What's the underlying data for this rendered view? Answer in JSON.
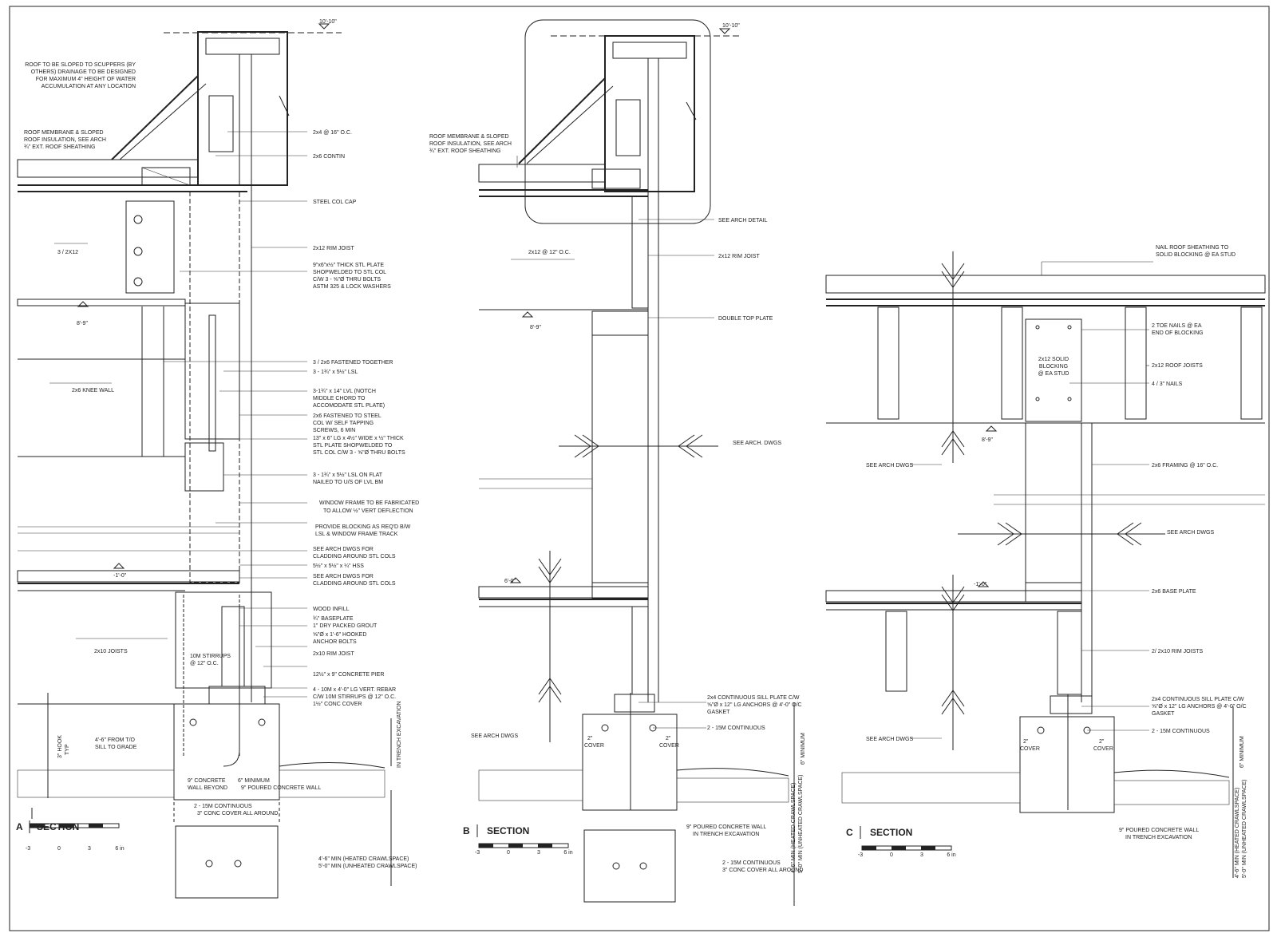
{
  "sections": {
    "a": {
      "letter": "A",
      "title": "SECTION"
    },
    "b": {
      "letter": "B",
      "title": "SECTION"
    },
    "c": {
      "letter": "C",
      "title": "SECTION"
    }
  },
  "elevations": {
    "top": "10'-10\"",
    "sill_a": "8'-9\"",
    "sill_b": "8'-9\"",
    "sill_c": "8'-9\"",
    "floor_a": "-1'-0\"",
    "floor_b": "6'-0\"",
    "floor_c": "-1'-0\""
  },
  "scale": {
    "ticks": [
      "-3",
      "0",
      "3",
      "6 in"
    ]
  },
  "notes_a": [
    "ROOF TO BE SLOPED TO SCUPPERS (BY",
    "OTHERS) DRAINAGE TO BE DESIGNED",
    "FOR MAXIMUM 4\" HEIGHT OF WATER",
    "ACCUMULATION AT ANY LOCATION",
    "ROOF MEMBRANE & SLOPED",
    "ROOF INSULATION, SEE ARCH",
    "¾\" EXT. ROOF SHEATHING",
    "2x4 @ 16\" O.C.",
    "2x6 CONTIN",
    "STEEL COL CAP",
    "2x12 RIM JOIST",
    "9\"x6\"x½\" THICK STL PLATE",
    "SHOPWELDED TO STL COL",
    "C/W 3 - ⅝\"Ø THRU BOLTS",
    "ASTM 325 & LOCK WASHERS",
    "3 / 2x6 FASTENED TOGETHER",
    "3 - 1¾\" x 5½\" LSL",
    "3-1¾\" x 14\" LVL (NOTCH",
    "MIDDLE CHORD TO",
    "ACCOMODATE STL PLATE)",
    "2x6 FASTENED TO STEEL",
    "COL W/ SELF TAPPING",
    "SCREWS, 6 MIN",
    "13\" x 6\" LG x 4½\" WIDE x ½\" THICK",
    "STL PLATE SHOPWELDED TO",
    "STL COL C/W 3 - ⅝\"Ø THRU BOLTS",
    "3 - 1¾\" x 5½\" LSL ON FLAT",
    "NAILED TO U/S OF LVL BM",
    "WINDOW FRAME TO BE FABRICATED",
    "TO ALLOW ½\" VERT DEFLECTION",
    "PROVIDE BLOCKING AS REQ'D B/W",
    "LSL & WINDOW FRAME TRACK",
    "SEE ARCH DWGS FOR",
    "CLADDING AROUND STL COLS",
    "5½\" x 5½\" x ¼\" HSS",
    "SEE ARCH DWGS FOR",
    "CLADDING AROUND STL COLS",
    "WOOD INFILL",
    "¾\" BASEPLATE",
    "1\" DRY PACKED GROUT",
    "⅝\"Ø x 1'-6\" HOOKED",
    "ANCHOR BOLTS",
    "2x10 RIM JOIST",
    "12½\" x 9\" CONCRETE PIER",
    "4 - 10M x 4'-0\" LG VERT. REBAR",
    "C/W 10M STIRRUPS @ 12\" O.C.",
    "1½\" CONC COVER",
    "3 / 2X12",
    "2x6 KNEE WALL",
    "2x10 JOISTS",
    "10M STIRRUPS",
    "@ 12\" O.C.",
    "9\" CONCRETE",
    "WALL BEYOND",
    "4'-6\" FROM T/O",
    "SILL TO GRADE",
    "3\" HOOK",
    "TYP",
    "6\" MINIMUM",
    "9\" POURED CONCRETE WALL",
    "IN TRENCH EXCAVATION",
    "2 - 15M CONTINUOUS",
    "3\" CONC COVER ALL AROUND",
    "4'-6\" MIN (HEATED CRAWLSPACE)",
    "5'-0\" MIN (UNHEATED CRAWLSPACE)"
  ],
  "notes_b": [
    "ROOF MEMBRANE & SLOPED",
    "ROOF INSULATION, SEE ARCH",
    "¾\" EXT. ROOF SHEATHING",
    "SEE ARCH DETAIL",
    "2x12 @ 12\" O.C.",
    "2x12 RIM JOIST",
    "DOUBLE TOP PLATE",
    "SEE ARCH. DWGS",
    "2x4 CONTINUOUS SILL PLATE C/W",
    "⅝\"Ø x 12\" LG ANCHORS @ 4'-0\" O/C",
    "GASKET",
    "2 - 15M CONTINUOUS",
    "SEE ARCH DWGS",
    "2\"",
    "COVER",
    "2\"",
    "COVER",
    "6\" MINIMUM",
    "9\" POURED CONCRETE WALL",
    "IN TRENCH EXCAVATION",
    "2 - 15M CONTINUOUS",
    "3\" CONC COVER ALL AROUND",
    "4'-6\" MIN (HEATED CRAWLSPACE)",
    "5'-0\" MIN (UNHEATED CRAWLSPACE)"
  ],
  "notes_c": [
    "NAIL ROOF SHEATHING TO",
    "SOLID BLOCKING @ EA STUD",
    "2 TOE NAILS @ EA",
    "END OF BLOCKING",
    "2x12 ROOF JOISTS",
    "4 / 3\" NAILS",
    "2x12 SOLID",
    "BLOCKING",
    "@ EA STUD",
    "SEE ARCH DWGS",
    "2x6 FRAMING @ 16\" O.C.",
    "SEE ARCH DWGS",
    "2x6 BASE PLATE",
    "2/ 2x10 RIM JOISTS",
    "2x4 CONTINUOUS SILL PLATE C/W",
    "⅝\"Ø x 12\" LG ANCHORS @ 4'-0\" O/C",
    "GASKET",
    "2 - 15M CONTINUOUS",
    "SEE ARCH DWGS",
    "2\"",
    "COVER",
    "2\"",
    "COVER",
    "6\" MINIMUM",
    "9\" POURED CONCRETE WALL",
    "IN TRENCH EXCAVATION",
    "4'-6\" MIN (HEATED CRAWLSPACE)",
    "5'-0\" MIN (UNHEATED CRAWLSPACE)"
  ]
}
